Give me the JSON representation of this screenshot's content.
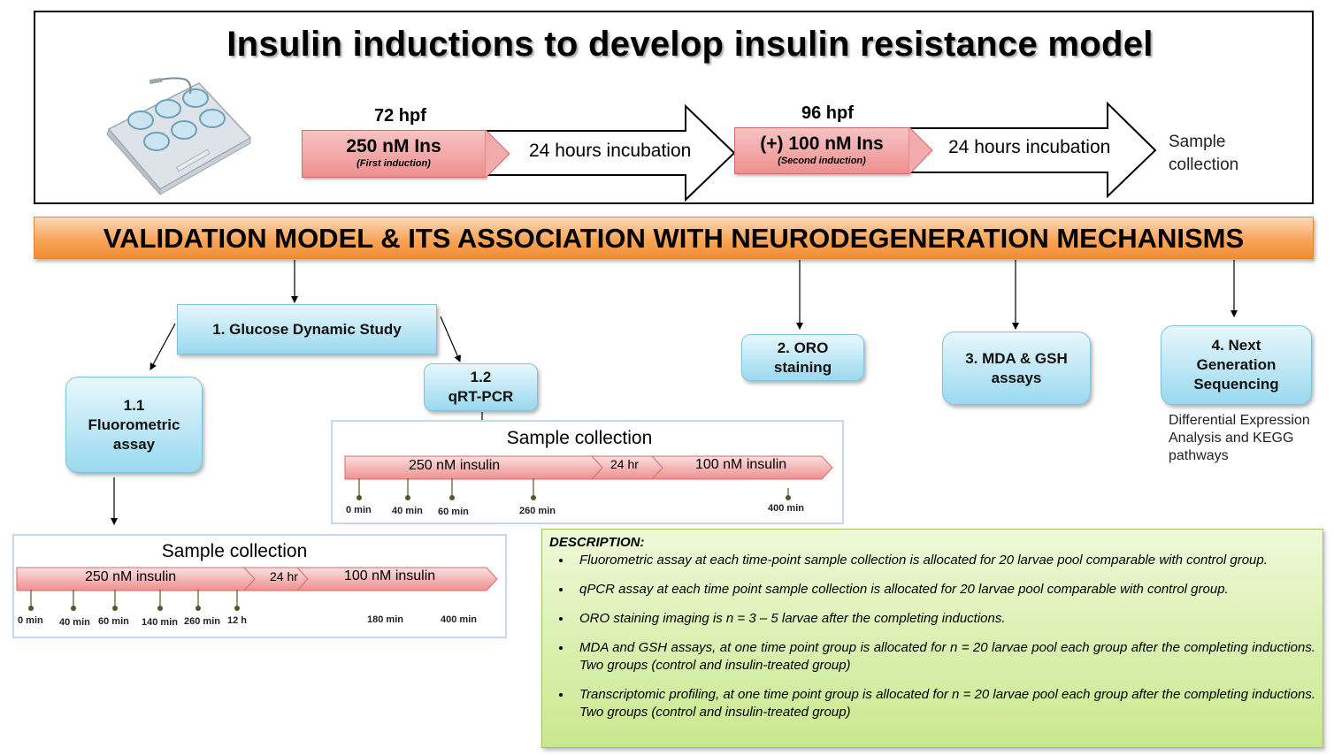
{
  "header": {
    "title": "Insulin inductions to develop insulin resistance model",
    "step1_time": "72 hpf",
    "step1_label": "250 nM Ins",
    "step1_sub": "(First induction)",
    "step1_incubation": "24 hours incubation",
    "step2_time": "96 hpf",
    "step2_label": "(+) 100 nM Ins",
    "step2_sub": "(Second induction)",
    "step2_incubation": "24 hours incubation",
    "end_line1": "Sample",
    "end_line2": "collection"
  },
  "banner": {
    "label": "VALIDATION MODEL & ITS ASSOCIATION WITH NEURODEGENERATION MECHANISMS"
  },
  "nodes": {
    "glucose": "1. Glucose Dynamic Study",
    "fluoro_l1": "1.1",
    "fluoro_l2": "Fluorometric",
    "fluoro_l3": "assay",
    "qrt_l1": "1.2",
    "qrt_l2": "qRT-PCR",
    "oro_l1": "2. ORO",
    "oro_l2": "staining",
    "mda_l1": "3. MDA & GSH",
    "mda_l2": "assays",
    "ngs_l1": "4. Next",
    "ngs_l2": "Generation",
    "ngs_l3": "Sequencing",
    "ngs_note": "Differential Expression Analysis and KEGG pathways"
  },
  "qrt_timeline": {
    "title": "Sample collection",
    "seg1": "250 nM insulin",
    "seg2": "24 hr",
    "seg3": "100 nM insulin",
    "ticks": [
      "0 min",
      "40 min",
      "60 min",
      "260 min",
      "400 min"
    ]
  },
  "fluoro_timeline": {
    "title": "Sample collection",
    "seg1": "250 nM insulin",
    "seg2": "24 hr",
    "seg3": "100 nM insulin",
    "ticks": [
      "0 min",
      "40 min",
      "60 min",
      "140 min",
      "260 min",
      "12 h",
      "180 min",
      "400 min"
    ]
  },
  "description": {
    "heading": "DESCRIPTION:",
    "items": [
      "Fluorometric assay at each time-point sample collection is allocated for 20 larvae pool comparable with control group.",
      "qPCR assay at each time point sample collection is allocated for 20 larvae pool comparable with control group.",
      "ORO staining imaging is n = 3 – 5 larvae after the completing inductions.",
      "MDA and GSH assays, at one time point group is allocated for n = 20 larvae pool each group after the completing inductions. Two groups (control and insulin-treated group)",
      "Transcriptomic profiling, at one time point group is allocated for n = 20 larvae pool each group after the completing inductions. Two groups (control and insulin-treated group)"
    ]
  },
  "colors": {
    "banner": "#f7a55b",
    "node": "#9ad9ef",
    "pink": "#ef8f8f",
    "description_bg": "#c9e88d",
    "tick": "#4f5a2a"
  }
}
